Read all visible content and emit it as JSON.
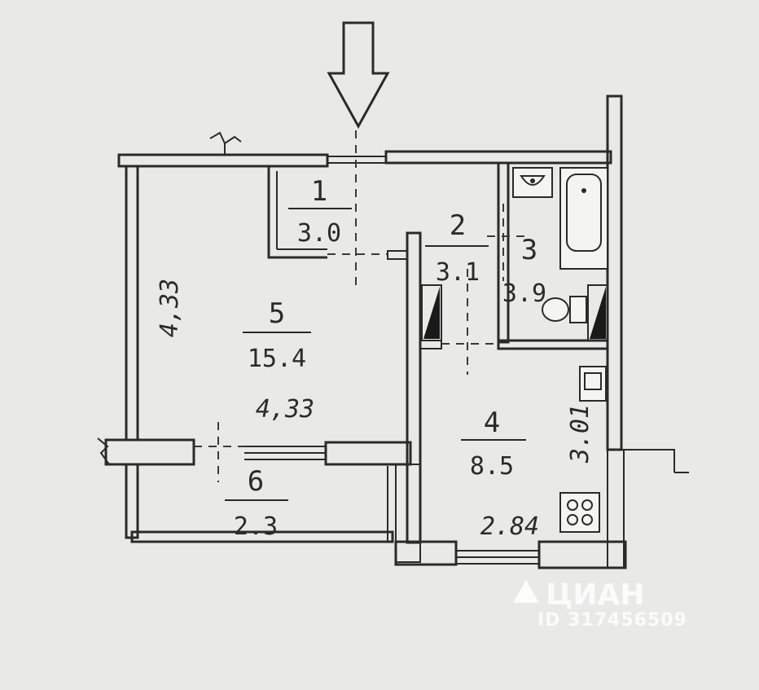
{
  "rooms": [
    {
      "number": "1",
      "area": "3.0"
    },
    {
      "number": "2",
      "area": "3.1"
    },
    {
      "number": "3",
      "area": "3.9"
    },
    {
      "number": "4",
      "area": "8.5"
    },
    {
      "number": "5",
      "area": "15.4"
    },
    {
      "number": "6",
      "area": "2.3"
    }
  ],
  "dimensions": {
    "room5_height": "4,33",
    "room5_width": "4,33",
    "kitchen_height": "3.01",
    "kitchen_width": "2.84"
  },
  "watermark": {
    "brand": "ЦИАН",
    "id": "ID 317456509"
  },
  "icons": {
    "entrance": "entrance-arrow-icon",
    "bathtub": "bathtub-icon",
    "washbasin": "washbasin-icon",
    "toilet": "toilet-icon",
    "kitchen_sink": "kitchen-sink-icon",
    "stove": "stove-icon"
  }
}
